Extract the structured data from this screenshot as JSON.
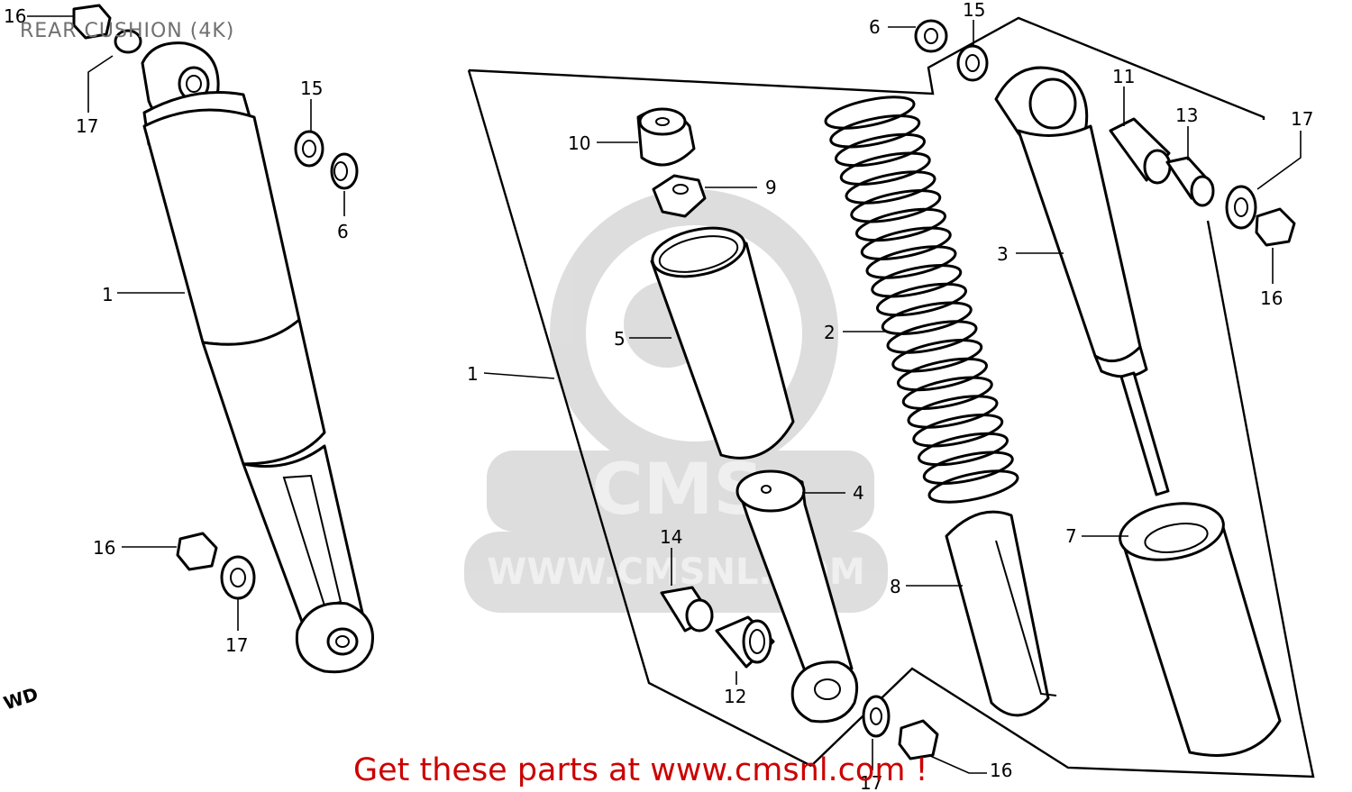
{
  "diagram": {
    "title": "REAR CUSHION (4K)",
    "footer": "Get these parts at www.cmsnl.com !",
    "watermark": {
      "brand": "CMS",
      "url": "WWW.CMSNL.COM"
    },
    "fwd_label": "WD",
    "callouts": {
      "n1_left": "1",
      "n1_right": "1",
      "n2": "2",
      "n3": "3",
      "n4": "4",
      "n5": "5",
      "n6_left": "6",
      "n6_right": "6",
      "n7": "7",
      "n8": "8",
      "n9": "9",
      "n10": "10",
      "n11": "11",
      "n12": "12",
      "n13": "13",
      "n14": "14",
      "n15_left": "15",
      "n15_right": "15",
      "n16_top": "16",
      "n16_mid": "16",
      "n16_right": "16",
      "n16_bottom": "16",
      "n17_top": "17",
      "n17_mid": "17",
      "n17_right": "17",
      "n17_bottom": "17"
    }
  }
}
